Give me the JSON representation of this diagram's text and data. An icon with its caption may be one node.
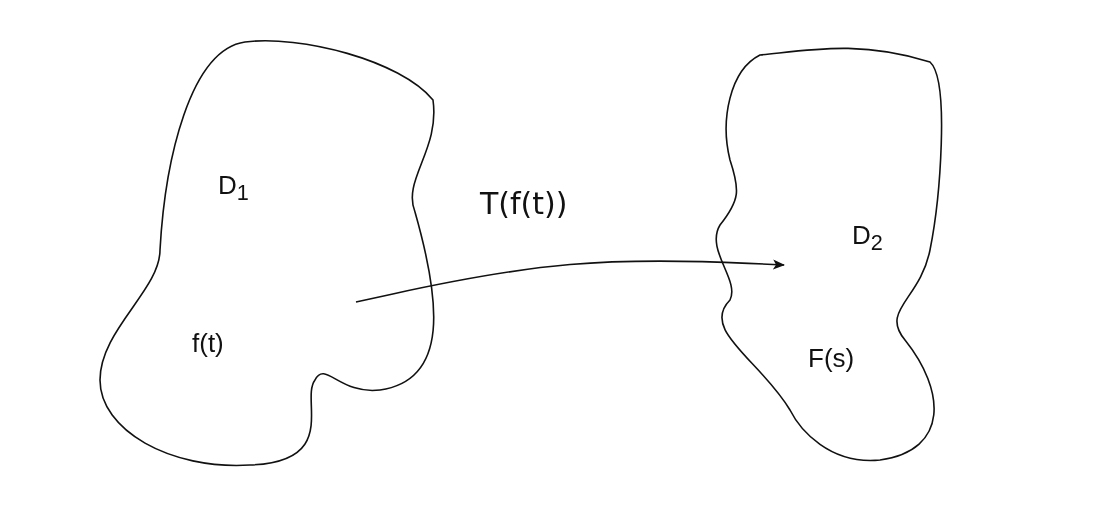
{
  "diagram": {
    "nodes": [
      {
        "text": [
          "D$_{1}$",
          "f(t)"
        ]
      },
      {
        "text": [
          "D$_{2}$",
          "F(s)"
        ]
      }
    ],
    "edges": [
      {
        "from": 0,
        "to": 1,
        "arrow": "to",
        "label": "T(f(t))"
      }
    ]
  }
}
